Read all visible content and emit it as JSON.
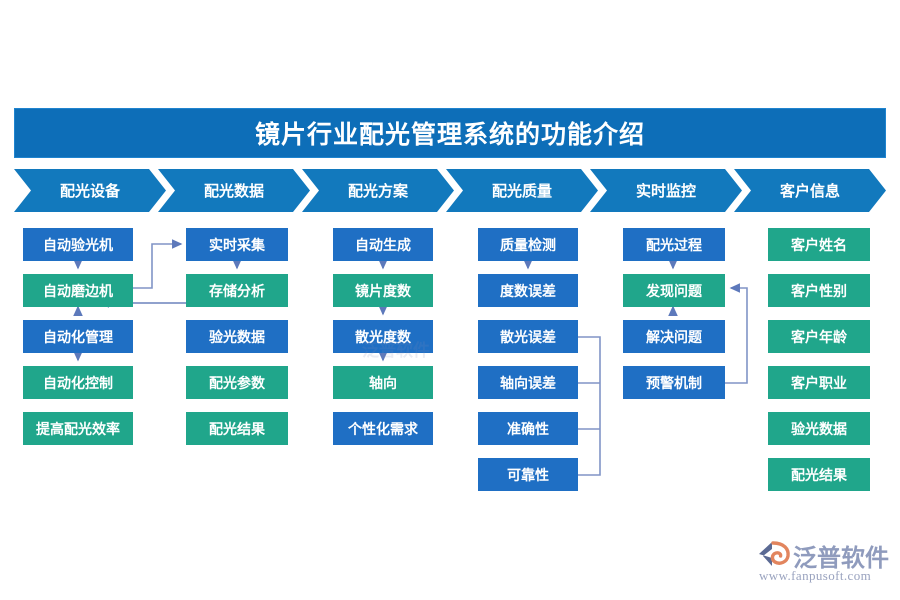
{
  "header": {
    "title": "镜片行业配光管理系统的功能介绍",
    "title_bg": "#0d6eb8"
  },
  "stages": [
    {
      "label": "配光设备"
    },
    {
      "label": "配光数据"
    },
    {
      "label": "配光方案"
    },
    {
      "label": "配光质量"
    },
    {
      "label": "实时监控"
    },
    {
      "label": "客户信息"
    }
  ],
  "colors": {
    "blue": "#1f6fc4",
    "green": "#20a68b",
    "chevron": "#1279bd",
    "connector": "#7a90c4"
  },
  "columns": [
    {
      "name": "配光设备",
      "nodes": [
        {
          "label": "自动验光机",
          "color": "blue"
        },
        {
          "label": "自动磨边机",
          "color": "green"
        },
        {
          "label": "自动化管理",
          "color": "blue"
        },
        {
          "label": "自动化控制",
          "color": "green"
        },
        {
          "label": "提高配光效率",
          "color": "green"
        }
      ]
    },
    {
      "name": "配光数据",
      "nodes": [
        {
          "label": "实时采集",
          "color": "blue"
        },
        {
          "label": "存储分析",
          "color": "green"
        },
        {
          "label": "验光数据",
          "color": "blue"
        },
        {
          "label": "配光参数",
          "color": "green"
        },
        {
          "label": "配光结果",
          "color": "green"
        }
      ]
    },
    {
      "name": "配光方案",
      "nodes": [
        {
          "label": "自动生成",
          "color": "blue"
        },
        {
          "label": "镜片度数",
          "color": "green"
        },
        {
          "label": "散光度数",
          "color": "blue"
        },
        {
          "label": "轴向",
          "color": "green"
        },
        {
          "label": "个性化需求",
          "color": "blue"
        }
      ]
    },
    {
      "name": "配光质量",
      "nodes": [
        {
          "label": "质量检测",
          "color": "blue"
        },
        {
          "label": "度数误差",
          "color": "blue"
        },
        {
          "label": "散光误差",
          "color": "blue"
        },
        {
          "label": "轴向误差",
          "color": "blue"
        },
        {
          "label": "准确性",
          "color": "blue"
        },
        {
          "label": "可靠性",
          "color": "blue"
        }
      ]
    },
    {
      "name": "实时监控",
      "nodes": [
        {
          "label": "配光过程",
          "color": "blue"
        },
        {
          "label": "发现问题",
          "color": "green"
        },
        {
          "label": "解决问题",
          "color": "blue"
        },
        {
          "label": "预警机制",
          "color": "blue"
        }
      ]
    },
    {
      "name": "客户信息",
      "nodes": [
        {
          "label": "客户姓名",
          "color": "green"
        },
        {
          "label": "客户性别",
          "color": "green"
        },
        {
          "label": "客户年龄",
          "color": "green"
        },
        {
          "label": "客户职业",
          "color": "green"
        },
        {
          "label": "验光数据",
          "color": "green"
        },
        {
          "label": "配光结果",
          "color": "green"
        }
      ]
    }
  ],
  "logo": {
    "brand": "泛普软件",
    "url": "www.fanpusoft.com",
    "watermark": "泛普软件"
  }
}
